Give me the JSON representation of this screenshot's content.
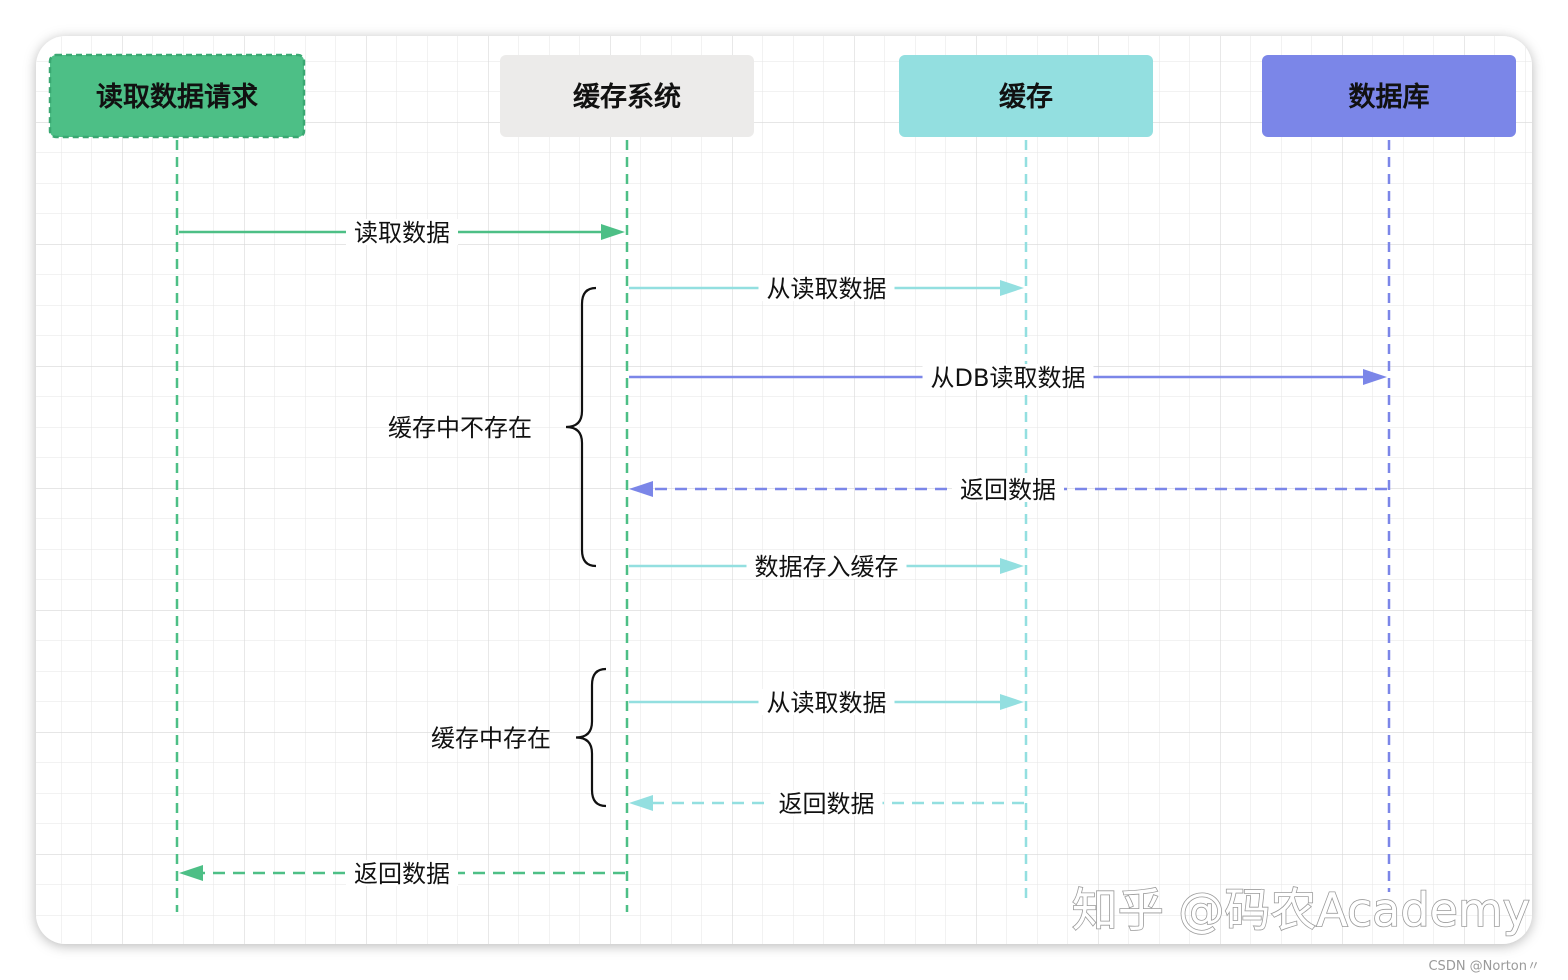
{
  "colors": {
    "green": "#4dbf86",
    "gray_box": "#ecebea",
    "cyan": "#93dfe0",
    "purple": "#7b86e8",
    "grid": "#e3e3e3",
    "text": "#111111"
  },
  "actors": [
    {
      "id": "request",
      "label": "读取数据请求",
      "fill": "#4dbf86",
      "line_color": "#4dbf86",
      "dashed_border": true
    },
    {
      "id": "cache_system",
      "label": "缓存系统",
      "fill": "#ecebea",
      "line_color": "#4dbf86",
      "dashed_border": false
    },
    {
      "id": "cache",
      "label": "缓存",
      "fill": "#93dfe0",
      "line_color": "#93dfe0",
      "dashed_border": false
    },
    {
      "id": "database",
      "label": "数据库",
      "fill": "#7b86e8",
      "line_color": "#7b86e8",
      "dashed_border": false
    }
  ],
  "messages": [
    {
      "from": "request",
      "to": "cache_system",
      "label": "读取数据",
      "style": "solid",
      "color": "#4dbf86"
    },
    {
      "from": "cache_system",
      "to": "cache",
      "label": "从读取数据",
      "style": "solid",
      "color": "#93dfe0"
    },
    {
      "from": "cache_system",
      "to": "database",
      "label": "从DB读取数据",
      "style": "solid",
      "color": "#7b86e8"
    },
    {
      "from": "database",
      "to": "cache_system",
      "label": "返回数据",
      "style": "dashed",
      "color": "#7b86e8"
    },
    {
      "from": "cache_system",
      "to": "cache",
      "label": "数据存入缓存",
      "style": "solid",
      "color": "#93dfe0"
    },
    {
      "from": "cache_system",
      "to": "cache",
      "label": "从读取数据",
      "style": "solid",
      "color": "#93dfe0"
    },
    {
      "from": "cache",
      "to": "cache_system",
      "label": "返回数据",
      "style": "dashed",
      "color": "#93dfe0"
    },
    {
      "from": "cache_system",
      "to": "request",
      "label": "返回数据",
      "style": "dashed",
      "color": "#4dbf86"
    }
  ],
  "groups": [
    {
      "label": "缓存中不存在",
      "first_message": 1,
      "last_message": 4
    },
    {
      "label": "缓存中存在",
      "first_message": 5,
      "last_message": 6
    }
  ],
  "watermark": "知乎 @码农Academy",
  "credit": "CSDN @Norton〃"
}
